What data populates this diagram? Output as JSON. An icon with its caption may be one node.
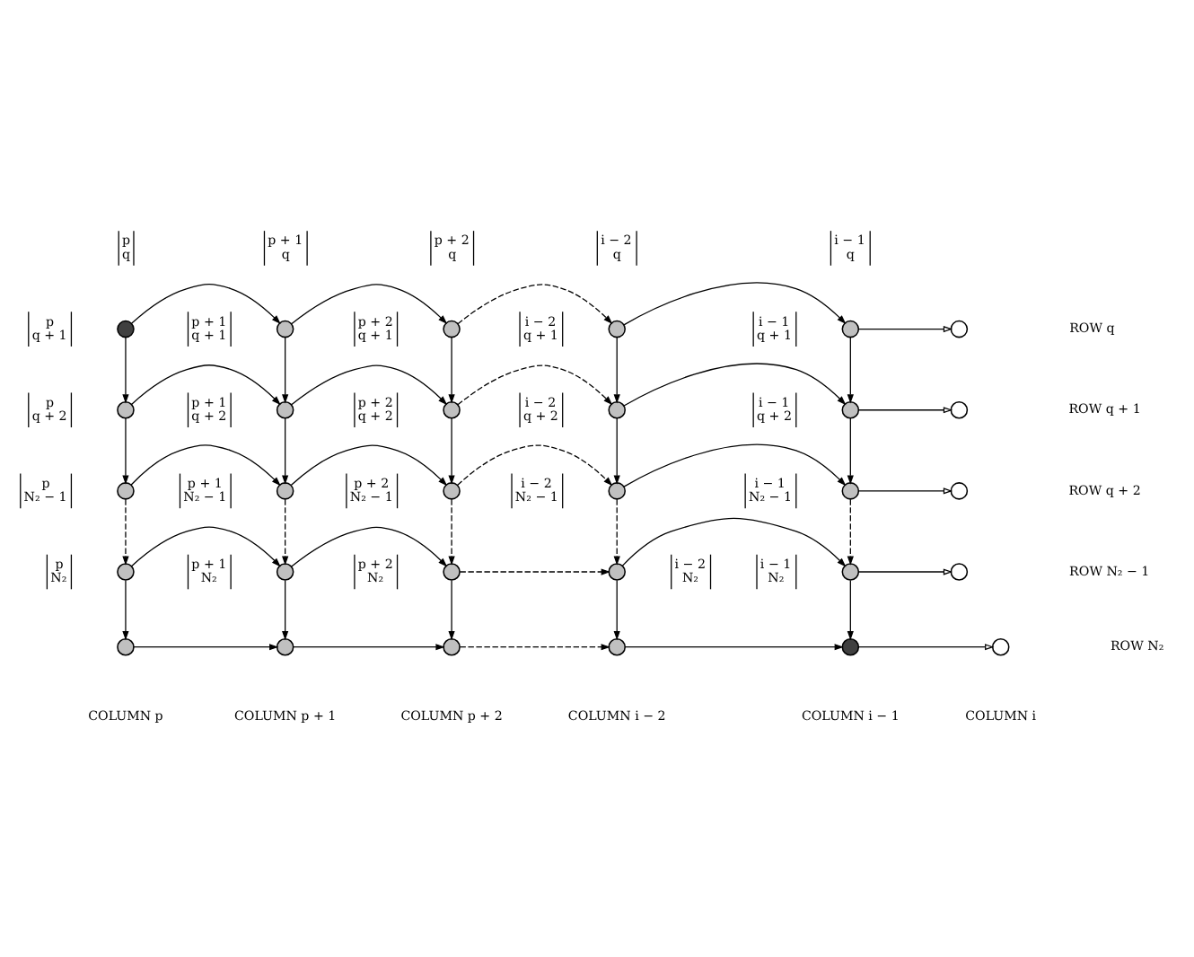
{
  "diagram": {
    "nodes": [
      {
        "text": [],
        "shape": "circle",
        "beside": [
          "p",
          "q"
        ]
      },
      {
        "text": [],
        "shape": "circle",
        "beside": [
          "p + 1",
          "q"
        ]
      },
      {
        "text": [],
        "shape": "circle",
        "beside": [
          "p + 2",
          "q"
        ]
      },
      {
        "text": [],
        "shape": "circle",
        "beside": [
          "i − 2",
          "q"
        ]
      },
      {
        "text": [],
        "shape": "circle",
        "beside": [
          "i − 1",
          "q"
        ]
      },
      {
        "text": [],
        "shape": "circle"
      },
      {
        "text": [],
        "shape": "circle",
        "beside": [
          "p",
          "q + 1"
        ]
      },
      {
        "text": [],
        "shape": "circle",
        "beside": [
          "p + 1",
          "q + 1"
        ]
      },
      {
        "text": [],
        "shape": "circle",
        "beside": [
          "p + 2",
          "q + 1"
        ]
      },
      {
        "text": [],
        "shape": "circle",
        "beside": [
          "i − 2",
          "q + 1"
        ]
      },
      {
        "text": [],
        "shape": "circle",
        "beside": [
          "i − 1",
          "q + 1"
        ]
      },
      {
        "text": [],
        "shape": "circle"
      },
      {
        "text": [],
        "shape": "circle",
        "beside": [
          "p",
          "q + 2"
        ]
      },
      {
        "text": [],
        "shape": "circle",
        "beside": [
          "p + 1",
          "q + 2"
        ]
      },
      {
        "text": [],
        "shape": "circle",
        "beside": [
          "p + 2",
          "q + 2"
        ]
      },
      {
        "text": [],
        "shape": "circle",
        "beside": [
          "i − 2",
          "q + 2"
        ]
      },
      {
        "text": [],
        "shape": "circle",
        "beside": [
          "i − 1",
          "q + 2"
        ]
      },
      {
        "text": [],
        "shape": "circle"
      },
      {
        "text": [],
        "shape": "circle",
        "beside": [
          "p",
          "N₂ − 1"
        ]
      },
      {
        "text": [],
        "shape": "circle",
        "beside": [
          "p + 1",
          "N₂ − 1"
        ]
      },
      {
        "text": [],
        "shape": "circle",
        "beside": [
          "p + 2",
          "N₂ − 1"
        ]
      },
      {
        "text": [],
        "shape": "circle",
        "beside": [
          "i − 2",
          "N₂ − 1"
        ]
      },
      {
        "text": [],
        "shape": "circle",
        "beside": [
          "i − 1",
          "N₂ − 1"
        ]
      },
      {
        "text": [],
        "shape": "circle"
      },
      {
        "text": [],
        "shape": "circle",
        "beside": [
          "p",
          "N₂"
        ]
      },
      {
        "text": [],
        "shape": "circle",
        "beside": [
          "p + 1",
          "N₂"
        ]
      },
      {
        "text": [],
        "shape": "circle",
        "beside": [
          "p + 2",
          "N₂"
        ]
      },
      {
        "text": [],
        "shape": "circle",
        "beside": [
          "i − 2",
          "N₂"
        ]
      },
      {
        "text": [],
        "shape": "circle",
        "beside": [
          "i − 1",
          "N₂"
        ]
      },
      {
        "text": [],
        "shape": "circle"
      }
    ],
    "edges": [
      {
        "from": 0,
        "to": 1,
        "arrow": "to"
      },
      {
        "from": 1,
        "to": 2,
        "arrow": "to"
      },
      {
        "from": 2,
        "to": 3,
        "arrow": "to",
        "style": "dashed"
      },
      {
        "from": 3,
        "to": 4,
        "arrow": "to"
      },
      {
        "from": 4,
        "to": 5,
        "arrow": "to"
      },
      {
        "from": 6,
        "to": 7,
        "arrow": "to"
      },
      {
        "from": 7,
        "to": 8,
        "arrow": "to"
      },
      {
        "from": 8,
        "to": 9,
        "arrow": "to",
        "style": "dashed"
      },
      {
        "from": 9,
        "to": 10,
        "arrow": "to"
      },
      {
        "from": 10,
        "to": 11,
        "arrow": "to"
      },
      {
        "from": 12,
        "to": 13,
        "arrow": "to"
      },
      {
        "from": 13,
        "to": 14,
        "arrow": "to"
      },
      {
        "from": 14,
        "to": 15,
        "arrow": "to",
        "style": "dashed"
      },
      {
        "from": 15,
        "to": 16,
        "arrow": "to"
      },
      {
        "from": 16,
        "to": 17,
        "arrow": "to"
      },
      {
        "from": 18,
        "to": 19,
        "arrow": "to"
      },
      {
        "from": 19,
        "to": 20,
        "arrow": "to"
      },
      {
        "from": 20,
        "to": 21,
        "arrow": "to",
        "style": "dashed"
      },
      {
        "from": 21,
        "to": 22,
        "arrow": "to"
      },
      {
        "from": 22,
        "to": 23,
        "arrow": "to"
      },
      {
        "from": 24,
        "to": 25,
        "arrow": "to"
      },
      {
        "from": 25,
        "to": 26,
        "arrow": "to"
      },
      {
        "from": 26,
        "to": 27,
        "arrow": "to",
        "style": "dashed"
      },
      {
        "from": 27,
        "to": 28,
        "arrow": "to"
      },
      {
        "from": 28,
        "to": 29,
        "arrow": "to"
      },
      {
        "from": 0,
        "to": 6,
        "arrow": "to"
      },
      {
        "from": 1,
        "to": 7,
        "arrow": "to"
      },
      {
        "from": 2,
        "to": 8,
        "arrow": "to"
      },
      {
        "from": 3,
        "to": 9,
        "arrow": "to"
      },
      {
        "from": 4,
        "to": 10,
        "arrow": "to"
      },
      {
        "from": 6,
        "to": 12,
        "arrow": "to"
      },
      {
        "from": 7,
        "to": 13,
        "arrow": "to"
      },
      {
        "from": 8,
        "to": 14,
        "arrow": "to"
      },
      {
        "from": 9,
        "to": 15,
        "arrow": "to"
      },
      {
        "from": 10,
        "to": 16,
        "arrow": "to"
      },
      {
        "from": 12,
        "to": 18,
        "arrow": "to",
        "style": "dashed"
      },
      {
        "from": 13,
        "to": 19,
        "arrow": "to",
        "style": "dashed"
      },
      {
        "from": 14,
        "to": 20,
        "arrow": "to",
        "style": "dashed"
      },
      {
        "from": 15,
        "to": 21,
        "arrow": "to",
        "style": "dashed"
      },
      {
        "from": 16,
        "to": 22,
        "arrow": "to",
        "style": "dashed"
      },
      {
        "from": 18,
        "to": 24,
        "arrow": "to"
      },
      {
        "from": 19,
        "to": 25,
        "arrow": "to"
      },
      {
        "from": 20,
        "to": 26,
        "arrow": "to"
      },
      {
        "from": 21,
        "to": 27,
        "arrow": "to"
      },
      {
        "from": 22,
        "to": 28,
        "arrow": "to"
      }
    ],
    "labels": [
      "ROW q",
      "ROW q + 1",
      "ROW q + 2",
      "ROW N₂ − 1",
      "ROW N₂",
      "COLUMN p",
      "COLUMN p + 1",
      "COLUMN p + 2",
      "COLUMN i − 2",
      "COLUMN i − 1",
      "COLUMN i"
    ]
  }
}
